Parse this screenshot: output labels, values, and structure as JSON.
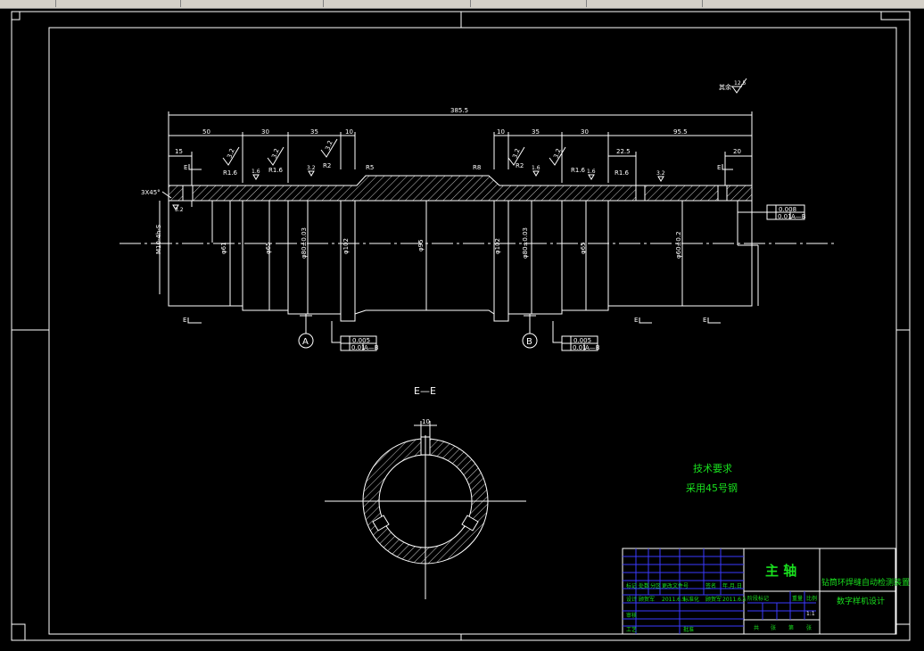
{
  "dims": {
    "overall": "385.5",
    "left": [
      "15",
      "50",
      "30",
      "35",
      "10"
    ],
    "right": [
      "10",
      "35",
      "30",
      "22.5",
      "95.5",
      "20"
    ],
    "radii_left": [
      "R1.6",
      "R1.6",
      "R2",
      "R5"
    ],
    "radii_right": [
      "R8",
      "R2",
      "R1.6",
      "R1.6"
    ],
    "chamfer": "3X45°",
    "rough_left": [
      "3.2",
      "3.2",
      "3.2",
      "1.6",
      "3.2"
    ],
    "rough_right": [
      "3.2",
      "1.6",
      "3.2",
      "1.6"
    ],
    "thread": "M10-4h-S",
    "diameters": [
      "φ61",
      "φ65",
      "φ80±0.03",
      "φ102",
      "φ95",
      "φ102",
      "φ80±0.03",
      "φ65",
      "φ60±0.2"
    ],
    "roughness_corner": "其余",
    "roughness_corner_val": "12.5",
    "small_rough": "3.2"
  },
  "section": {
    "label_e": "E",
    "title": "E—E",
    "key_dim": "10"
  },
  "datums": {
    "a": "A",
    "b": "B"
  },
  "tolerances": {
    "t1": "0.005",
    "t2": "0.01",
    "t2_ref": "A—B",
    "t3": "0.005",
    "t4": "0.01",
    "t4_ref": "A—B",
    "t5": "0.008",
    "t6": "0.01",
    "t6_ref": "A—B"
  },
  "notes": {
    "title": "技术要求",
    "line1": "采用45号钢"
  },
  "title_block": {
    "part_name": "主  轴",
    "project_l1": "钻筒环焊缝自动检测装置",
    "project_l2": "数字样机设计",
    "labels_row1": [
      "标记",
      "处数",
      "分区",
      "更改文件号",
      "签名",
      "年.月.日"
    ],
    "labels_row2": [
      "设计",
      "顾贺军",
      "2011.6.5",
      "标准化",
      "顾贺军",
      "2011.6.5"
    ],
    "labels_row3": [
      "审核",
      "",
      "",
      "",
      "",
      ""
    ],
    "labels_row4": [
      "工艺",
      "",
      "批准",
      ""
    ],
    "stage": [
      "阶段标记",
      "重量",
      "比例"
    ],
    "scale": "1:1",
    "sheet": [
      "共",
      "张",
      "第",
      "张"
    ]
  },
  "colors": {
    "bg": "#000000",
    "line": "#ffffff",
    "text_green": "#19e01e",
    "grid_blue": "#3a3aff"
  }
}
